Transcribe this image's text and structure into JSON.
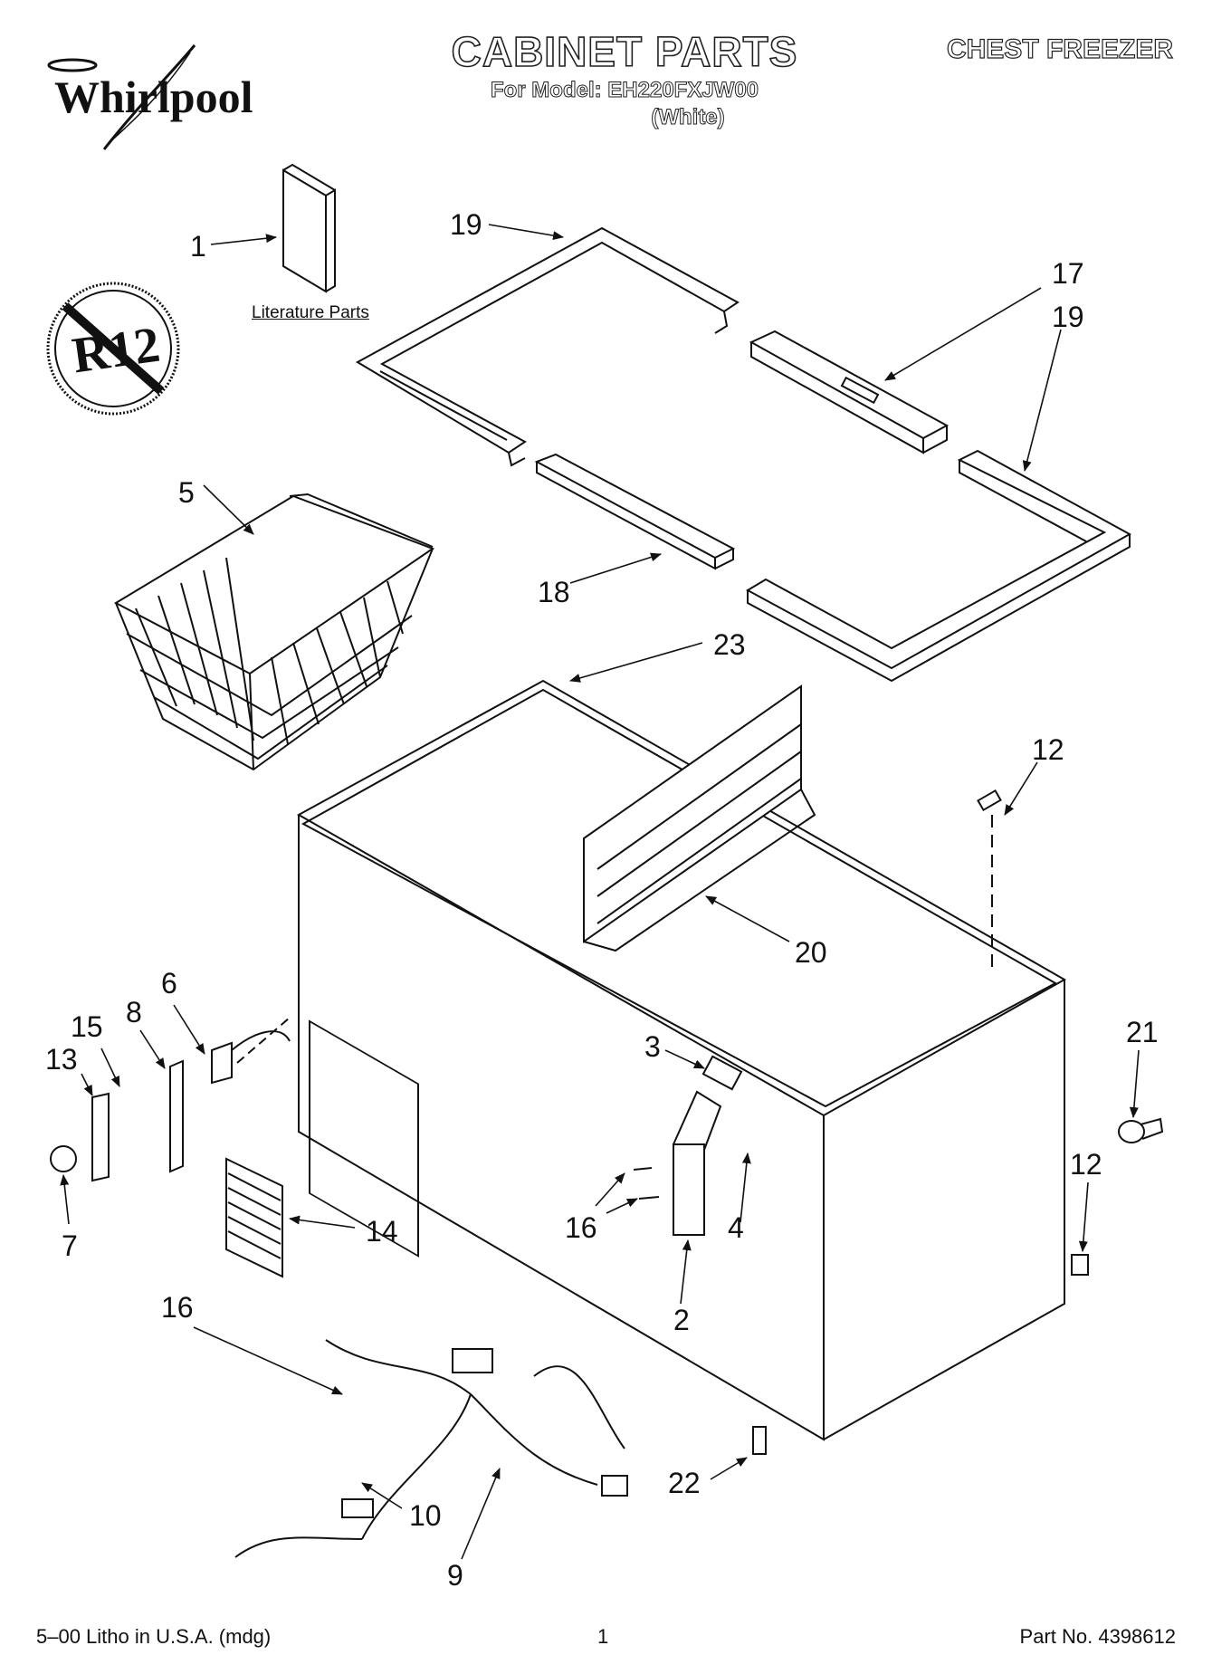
{
  "header": {
    "brand": "Whirlpool",
    "title": "CABINET PARTS",
    "model_line": "For Model: EH220FXJW00",
    "color_line": "(White)",
    "appliance": "CHEST FREEZER"
  },
  "badge": {
    "label": "R12"
  },
  "literature_label": "Literature Parts",
  "callouts": [
    "1",
    "19",
    "17",
    "19",
    "5",
    "18",
    "23",
    "12",
    "20",
    "6",
    "15",
    "8",
    "13",
    "3",
    "21",
    "12",
    "16",
    "4",
    "7",
    "14",
    "2",
    "16",
    "10",
    "9",
    "22"
  ],
  "footer": {
    "print_info": "5–00 Litho in U.S.A. (mdg)",
    "page": "1",
    "part_no": "Part No. 4398612"
  }
}
